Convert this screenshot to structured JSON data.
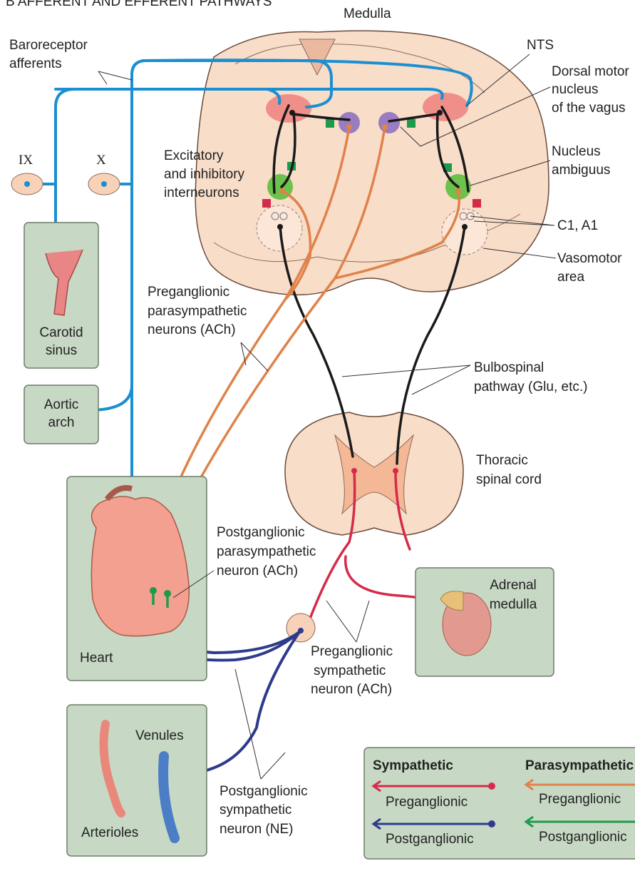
{
  "header": "B   AFFERENT AND EFFERENT PATHWAYS",
  "labels": {
    "medulla": "Medulla",
    "baroreceptor": [
      "Baroreceptor",
      "afferents"
    ],
    "nts": "NTS",
    "dorsal_motor": [
      "Dorsal motor",
      "nucleus",
      "of the vagus"
    ],
    "nucleus_ambiguus": [
      "Nucleus",
      "ambiguus"
    ],
    "c1a1": "C1, A1",
    "vasomotor": [
      "Vasomotor",
      "area"
    ],
    "interneurons": [
      "Excitatory",
      "and inhibitory",
      "interneurons"
    ],
    "ix": "IX",
    "x": "X",
    "carotid": [
      "Carotid",
      "sinus"
    ],
    "aortic": [
      "Aortic",
      "arch"
    ],
    "pregang_para": [
      "Preganglionic",
      "parasympathetic",
      "neurons (ACh)"
    ],
    "bulbospinal": [
      "Bulbospinal",
      "pathway (Glu, etc.)"
    ],
    "thoracic": [
      "Thoracic",
      "spinal cord"
    ],
    "postgang_para": [
      "Postganglionic",
      "parasympathetic",
      "neuron (ACh)"
    ],
    "heart": "Heart",
    "adrenal": [
      "Adrenal",
      "medulla"
    ],
    "pregang_symp": [
      "Preganglionic",
      "sympathetic",
      "neuron (ACh)"
    ],
    "venules": "Venules",
    "arterioles": "Arterioles",
    "postgang_symp": [
      "Postganglionic",
      "sympathetic",
      "neuron (NE)"
    ]
  },
  "legend": {
    "sympathetic_title": "Sympathetic",
    "parasympathetic_title": "Parasympathetic",
    "symp_pre": "Preganglionic",
    "symp_post": "Postganglionic",
    "para_pre": "Preganglionic",
    "para_post": "Postganglionic"
  },
  "colors": {
    "afferent": "#1a8fd1",
    "para_pre": "#e0824a",
    "para_post": "#1e9a4a",
    "symp_pre": "#d42b4a",
    "symp_post": "#2e3b8c",
    "bulbospinal": "#1a1a1a",
    "box": "#c7d9c4"
  }
}
